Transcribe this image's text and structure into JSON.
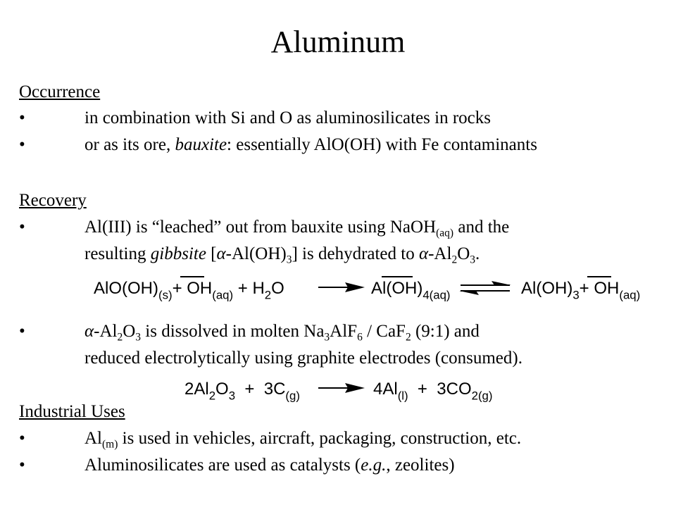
{
  "title": "Aluminum",
  "sections": {
    "occurrence": {
      "heading": "Occurrence",
      "bullet1": "in combination with Si and O as aluminosilicates in rocks",
      "bullet2_a": "or as its ore, ",
      "bullet2_em": "bauxite",
      "bullet2_b": ": essentially AlO(OH) with Fe contaminants"
    },
    "recovery": {
      "heading": "Recovery",
      "bullet1_line1_a": "Al(III) is “leached” out from bauxite using NaOH",
      "bullet1_line1_sub": "(aq)",
      "bullet1_line1_b": " and the",
      "bullet1_line2_a": "resulting ",
      "bullet1_line2_em": "gibbsite",
      "bullet1_line2_b": " [",
      "bullet1_line2_c": "α",
      "bullet1_line2_d": "-Al(OH)",
      "bullet1_line2_sub1": "3",
      "bullet1_line2_e": "] is dehydrated to ",
      "bullet1_line2_f": "α",
      "bullet1_line2_g": "-Al",
      "bullet1_line2_sub2": "2",
      "bullet1_line2_h": "O",
      "bullet1_line2_sub3": "3",
      "bullet1_line2_i": ".",
      "bullet2_line1_a": "α",
      "bullet2_line1_b": "-Al",
      "bullet2_line1_sub1": "2",
      "bullet2_line1_c": "O",
      "bullet2_line1_sub2": "3",
      "bullet2_line1_d": " is dissolved in molten Na",
      "bullet2_line1_sub3": "3",
      "bullet2_line1_e": "AlF",
      "bullet2_line1_sub4": "6",
      "bullet2_line1_f": " / CaF",
      "bullet2_line1_sub5": "2",
      "bullet2_line1_g": " (9:1) and",
      "bullet2_line2": "reduced electrolytically using graphite electrodes (consumed)."
    },
    "uses": {
      "heading": "Industrial Uses",
      "bullet1_a": "Al",
      "bullet1_sub": "(m)",
      "bullet1_b": " is used in vehicles, aircraft, packaging, construction, etc.",
      "bullet2_a": "Aluminosilicates are used as catalysts (",
      "bullet2_em": "e.g.",
      "bullet2_b": ", zeolites)"
    }
  },
  "equation1": {
    "t1": "AlO(OH)",
    "s1": "(s)",
    "t2": " + OH",
    "s2": "(aq)",
    "t3": " + H",
    "s3": "2",
    "t4": "O",
    "t5": "Al(OH)",
    "s5": "4(aq)",
    "t6": "Al(OH)",
    "s6": "3",
    "t7": " + OH",
    "s7": "(aq)"
  },
  "equation2": {
    "t1": "2Al",
    "s1": "2",
    "t2": "O",
    "s2": "3",
    "t3": "  +  3C",
    "s3": "(g)",
    "t4": "4Al",
    "s4": "(l)",
    "t5": "  +  3CO",
    "s5": "2(g)"
  },
  "bullet_char": "•"
}
